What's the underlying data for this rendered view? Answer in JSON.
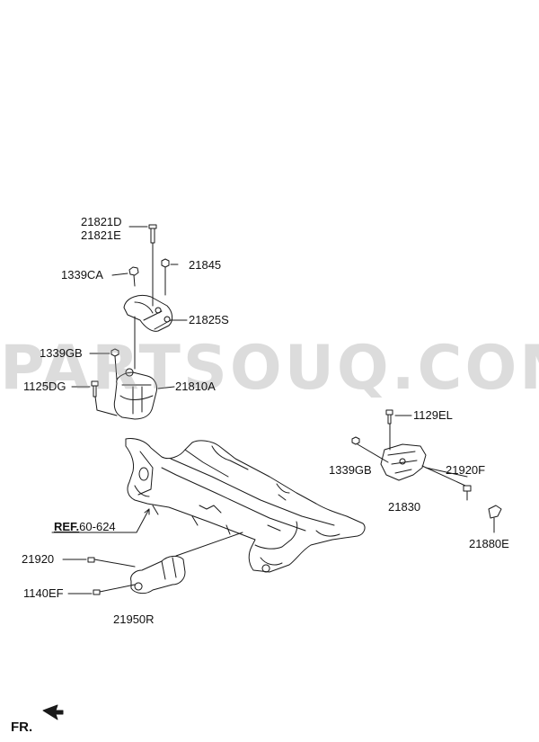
{
  "watermark": "PARTSOUQ.COM",
  "orientation": {
    "label": "FR."
  },
  "reference": {
    "prefix": "REF.",
    "number": "60-624"
  },
  "labels": {
    "p21821D": "21821D",
    "p21821E": "21821E",
    "p21845": "21845",
    "p1339CA": "1339CA",
    "p21825S": "21825S",
    "p1339GB_upper": "1339GB",
    "p1125DG": "1125DG",
    "p21810A": "21810A",
    "p1129EL": "1129EL",
    "p1339GB_right": "1339GB",
    "p21920F": "21920F",
    "p21830": "21830",
    "p21880E": "21880E",
    "p21920": "21920",
    "p1140EF": "1140EF",
    "p21950R": "21950R"
  },
  "colors": {
    "line": "#1a1a1a",
    "watermark": "#969696"
  }
}
